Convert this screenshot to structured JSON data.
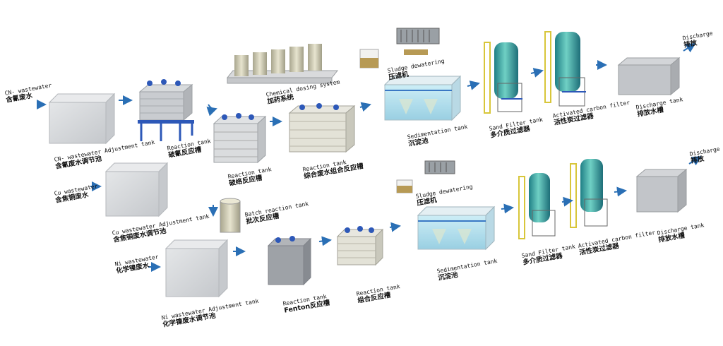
{
  "labels": {
    "cn_wastewater": {
      "en": "CN- wastewater",
      "cn": "含氰废水"
    },
    "cn_adjust_tank": {
      "en": "CN- wastewater Adjustment tank",
      "cn": "含氰废水调节池"
    },
    "cu_wastewater": {
      "en": "Cu wastewater",
      "cn": "含焦铜废水"
    },
    "cu_adjust_tank": {
      "en": "Cu wastewater Adjustment tank",
      "cn": "含焦铜废水调节池"
    },
    "ni_wastewater": {
      "en": "Ni wastewater",
      "cn": "化学镍废水"
    },
    "ni_adjust_tank": {
      "en": "Ni wastewater Adjustment tank",
      "cn": "化学镍废水调节池"
    },
    "reaction_tank_top": {
      "en": "Reaction tank",
      "cn": "破氰反应槽"
    },
    "reaction_tank_cn2": {
      "en": "Reaction tank",
      "cn": "破络反应槽"
    },
    "chemical_dosing": {
      "en": "Chemical dosing system",
      "cn": "加药系统"
    },
    "reaction_tank_combined": {
      "en": "Reaction tank",
      "cn": "综合废水组合反应槽"
    },
    "sludge_top": {
      "en": "Sludge dewatering",
      "cn": "压滤机"
    },
    "sedimentation_top": {
      "en": "Sedimentation tank",
      "cn": "沉淀池"
    },
    "sand_filter_top": {
      "en": "Sand Filter tank",
      "cn": "多介质过滤器"
    },
    "carbon_filter_top": {
      "en": "Activated carbon filter",
      "cn": "活性炭过滤器"
    },
    "discharge_tank_top": {
      "en": "Discharge tank",
      "cn": "排放水槽"
    },
    "discharge_top": {
      "en": "Discharge",
      "cn": "排放"
    },
    "batch_reaction": {
      "en": "Batch reaction tank",
      "cn": "批次反应槽"
    },
    "reaction_fenton": {
      "en": "Reaction tank",
      "cn": "Fenton反应槽"
    },
    "reaction_combo_bottom": {
      "en": "Reaction tank",
      "cn": "组合反应槽"
    },
    "sludge_bottom": {
      "en": "Sludge dewatering",
      "cn": "压滤机"
    },
    "sedimentation_bottom": {
      "en": "Sedimentation tank",
      "cn": "沉淀池"
    },
    "sand_filter_bottom": {
      "en": "Sand Filter tank",
      "cn": "多介质过滤器"
    },
    "carbon_filter_bottom": {
      "en": "Activated carbon filter",
      "cn": "活性炭过滤器"
    },
    "discharge_tank_bottom": {
      "en": "Discharge tank",
      "cn": "排放水槽"
    },
    "discharge_bottom": {
      "en": "Discharge",
      "cn": "排放"
    }
  },
  "colors": {
    "arrow": "#2a6fb5",
    "tank_glass": "#d7d9dc",
    "tank_grey": "#b9bcc0",
    "tank_cream": "#e6e4d6",
    "filter_teal": "#3aa6a0",
    "water_blue": "#a9d8ea",
    "frame_blue": "#2d58b8"
  }
}
